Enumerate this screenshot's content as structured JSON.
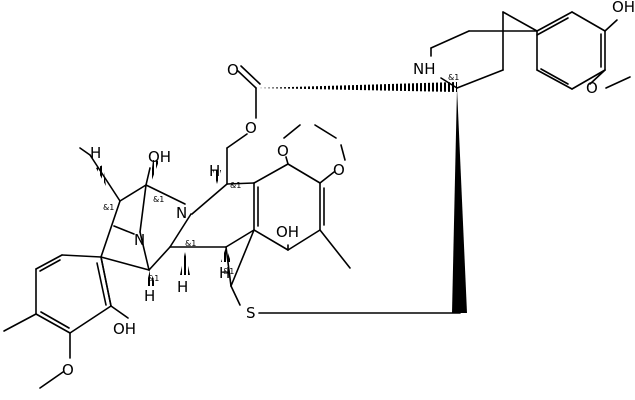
{
  "molecule": {
    "atom_labels": {
      "oh_top_right": "OH",
      "nh": "NH",
      "o_methoxy_right": "O",
      "o_carbonyl": "O",
      "o_ester": "O",
      "o_dioxole_upper": "O",
      "o_dioxole_lower": "O",
      "oh_top_center": "OH",
      "n_bridge": "N",
      "n_ring": "N",
      "oh_middle": "OH",
      "s_thioether": "S",
      "oh_bottom_left": "OH",
      "o_methoxy_left": "O",
      "h_left": "H",
      "h_ester_ch": "H",
      "h_center_lower": "H",
      "h_lower_left": "H",
      "h_s_carbon": "H"
    },
    "stereo_label": "&1",
    "colors": {
      "bond": "#000000",
      "background": "#ffffff"
    }
  }
}
